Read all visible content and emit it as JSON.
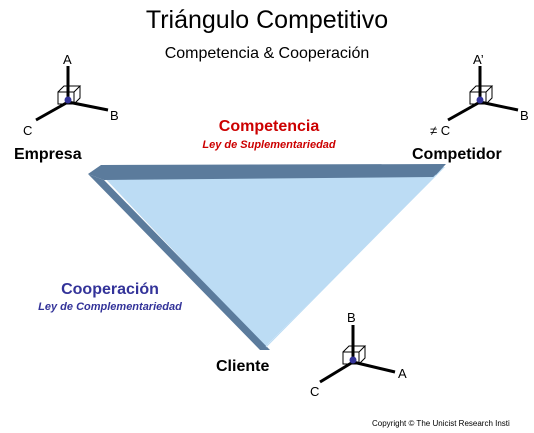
{
  "title": "Triángulo Competitivo",
  "subtitle": "Competencia & Cooperación",
  "nodes": {
    "empresa": "Empresa",
    "competidor": "Competidor",
    "cliente": "Cliente"
  },
  "relations": {
    "competencia": {
      "label": "Competencia",
      "law": "Ley de Suplementariedad",
      "color": "#cc0000"
    },
    "cooperacion": {
      "label": "Cooperación",
      "law": "Ley de Complementariedad",
      "color": "#333399"
    }
  },
  "axes": {
    "empresa": {
      "top": "A",
      "right": "B",
      "left": "C"
    },
    "competidor": {
      "top": "A’",
      "right": "B",
      "left": "≠ C"
    },
    "cliente": {
      "top": "B",
      "right": "A",
      "left": "C"
    }
  },
  "colors": {
    "triangle_fill": "#bcdcf4",
    "triangle_edge": "#5b7b9c",
    "cube_dot": "#333399"
  },
  "copyright": "Copyright © The Unicist Research Insti"
}
